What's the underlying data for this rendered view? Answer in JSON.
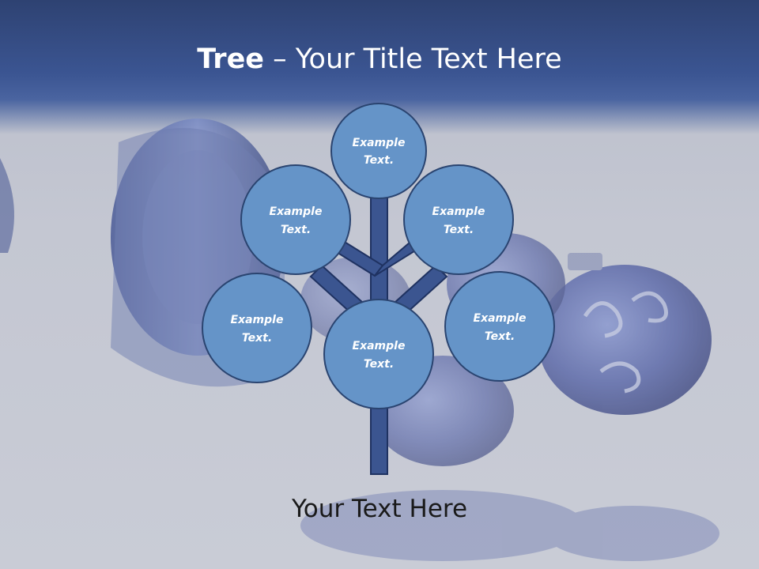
{
  "slide": {
    "title_bold": "Tree",
    "title_rest": " – Your Title Text Here",
    "caption": "Your Text Here"
  },
  "tree": {
    "nodes": [
      {
        "id": "top",
        "line1": "Example",
        "line2": "Text."
      },
      {
        "id": "upper-left",
        "line1": "Example",
        "line2": "Text."
      },
      {
        "id": "upper-right",
        "line1": "Example",
        "line2": "Text."
      },
      {
        "id": "lower-left",
        "line1": "Example",
        "line2": "Text."
      },
      {
        "id": "lower-right",
        "line1": "Example",
        "line2": "Text."
      },
      {
        "id": "center",
        "line1": "Example",
        "line2": "Text."
      }
    ]
  },
  "colors": {
    "node_fill": "#6594c8",
    "node_stroke": "#2a4470",
    "trunk": "#3b5590",
    "header": "#3b5592"
  }
}
